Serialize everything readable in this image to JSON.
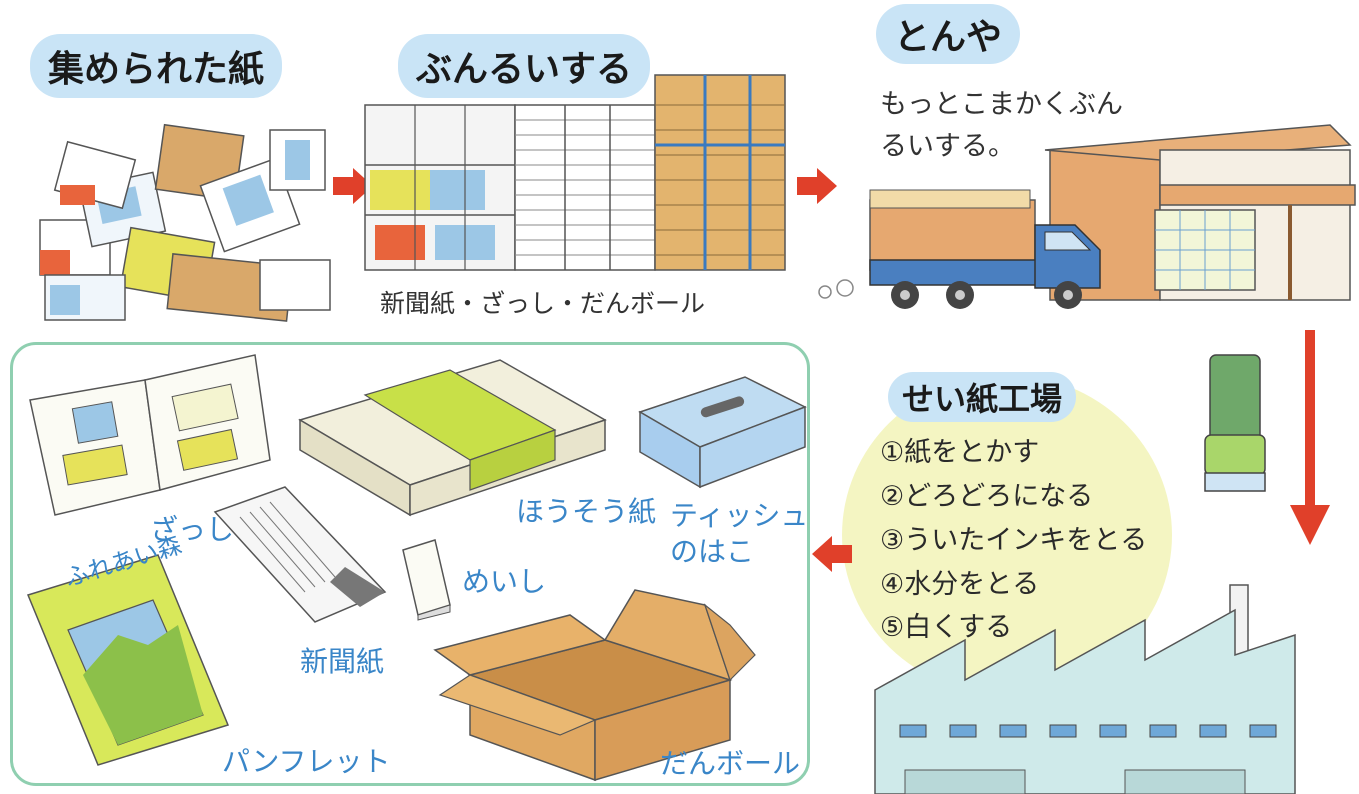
{
  "stages": {
    "collected": "集められた紙",
    "sort": "ぶんるいする",
    "wholesaler": "とんや",
    "paper_mill": "せい紙工場"
  },
  "wholesaler_desc_line1": "もっとこまかくぶん",
  "wholesaler_desc_line2": "るいする。",
  "sorted_caption": "新聞紙・ざっし・だんボール",
  "mill_steps": [
    "①紙をとかす",
    "②どろどろになる",
    "③ういたインキをとる",
    "④水分をとる",
    "⑤白くする"
  ],
  "products": {
    "magazine": "ざっし",
    "wrapping_paper": "ほうそう紙",
    "tissue_box_line1": "ティッシュ",
    "tissue_box_line2": "のはこ",
    "business_card": "めいし",
    "newspaper": "新聞紙",
    "pamphlet": "パンフレット",
    "pamphlet_cover": "ふれあい森",
    "cardboard": "だんボール"
  },
  "colors": {
    "pill_bg": "#c9e4f6",
    "label_blue": "#3a86c8",
    "arrow_red": "#e0402a",
    "frame_green": "#8fcfb0",
    "mill_glow": "#f4f5c2"
  }
}
